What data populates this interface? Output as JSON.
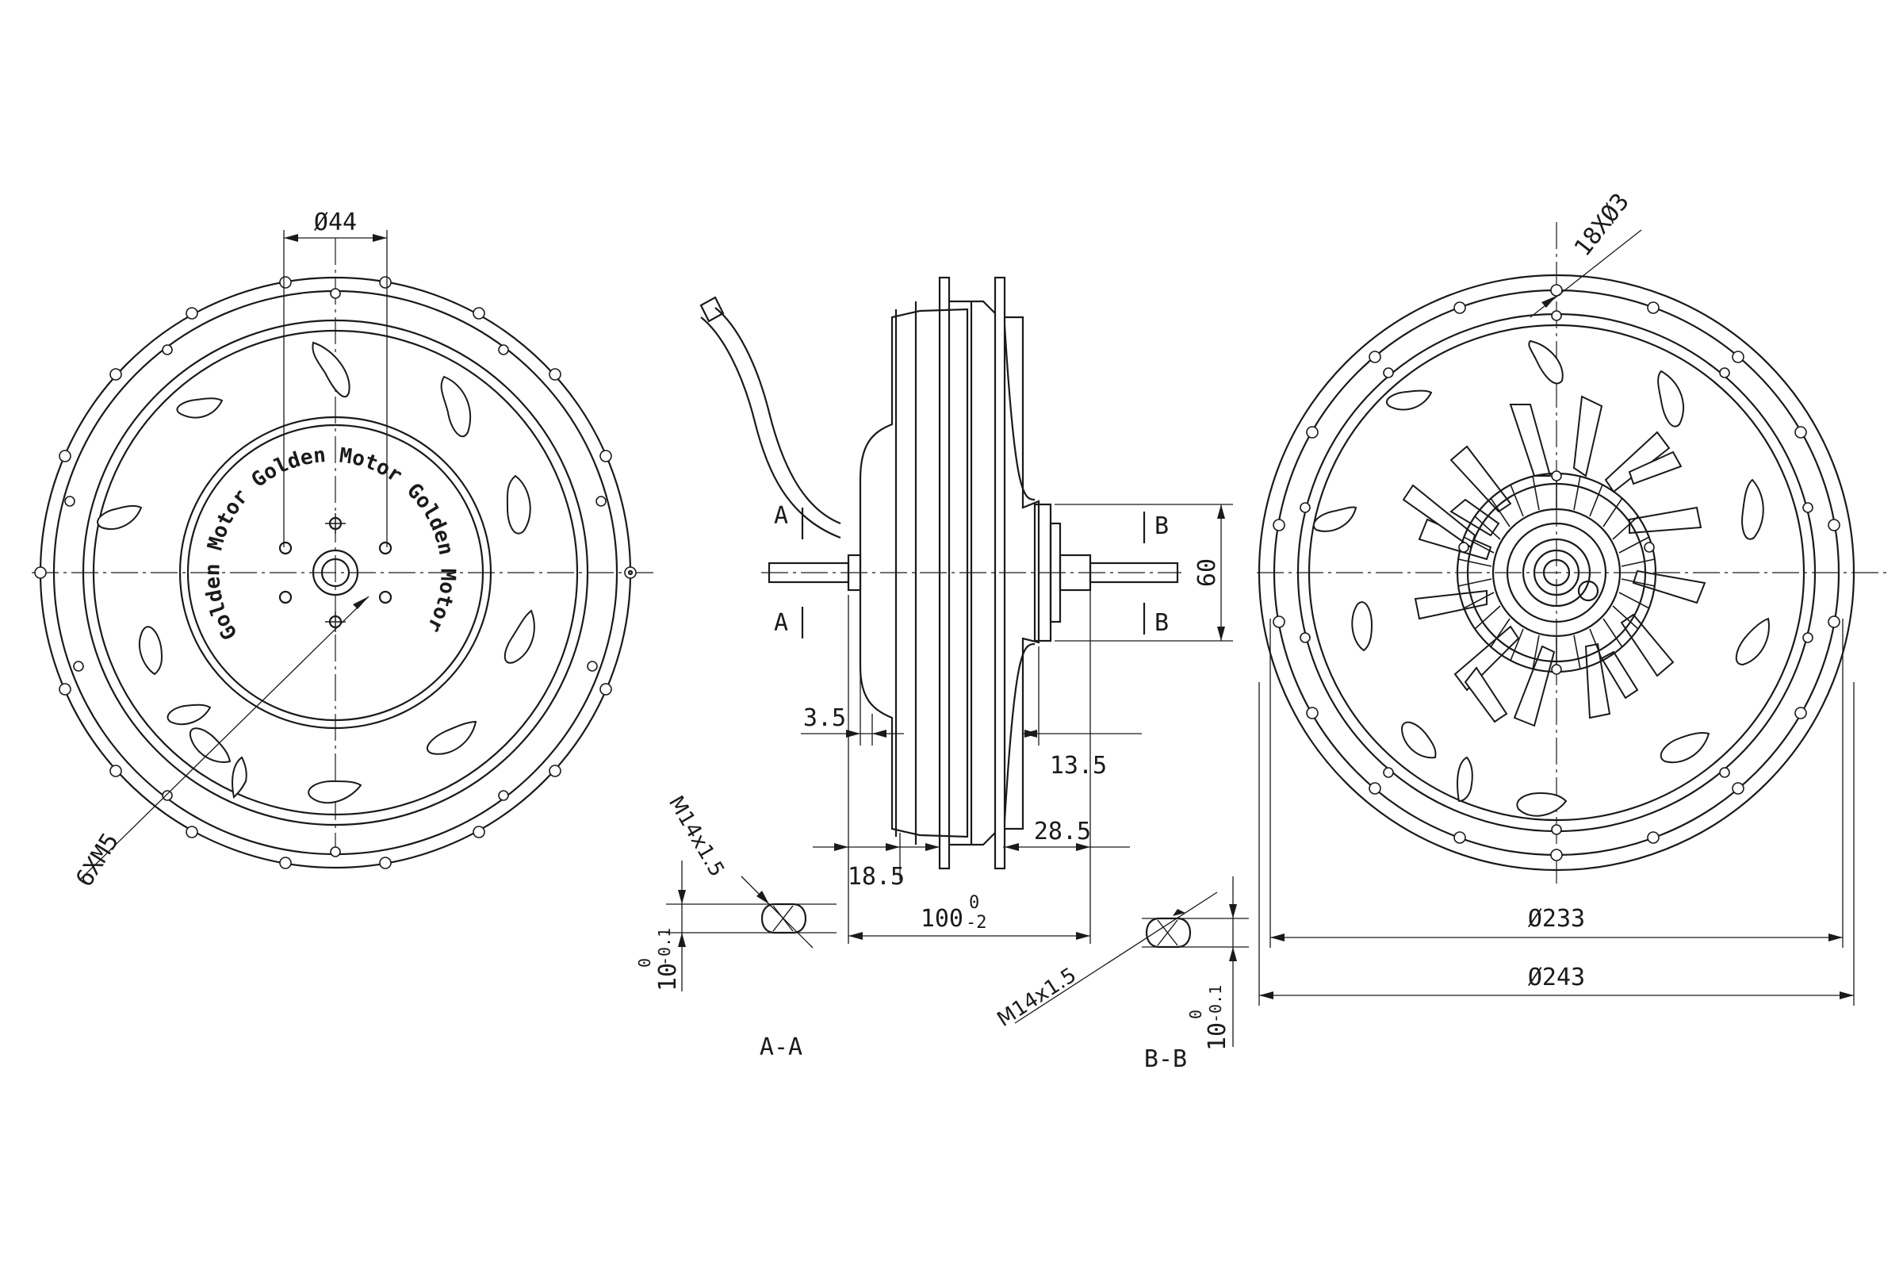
{
  "front_view": {
    "hub_diameter": "Ø44",
    "bolt_pattern": "6XM5",
    "brand_text": "Golden Motor Golden Motor Golden Motor"
  },
  "side_view": {
    "section_a": "A",
    "section_b": "B",
    "hub_width": "60",
    "dim_3_5": "3.5",
    "dim_13_5": "13.5",
    "dim_28_5": "28.5",
    "dim_18_5": "18.5",
    "dim_100_main": "100",
    "dim_100_upper_tol": "0",
    "dim_100_lower_tol": "-2"
  },
  "section_aa": {
    "thread": "M14x1.5",
    "width_main": "10",
    "width_tol": "-0.1",
    "width_tol_upper": "0",
    "label": "A-A"
  },
  "section_bb": {
    "thread": "M14x1.5",
    "width_main": "10",
    "width_tol": "-0.1",
    "width_tol_upper": "0",
    "label": "B-B"
  },
  "rear_view": {
    "holes": "18XØ3",
    "inner_diameter": "Ø233",
    "outer_diameter": "Ø243"
  }
}
